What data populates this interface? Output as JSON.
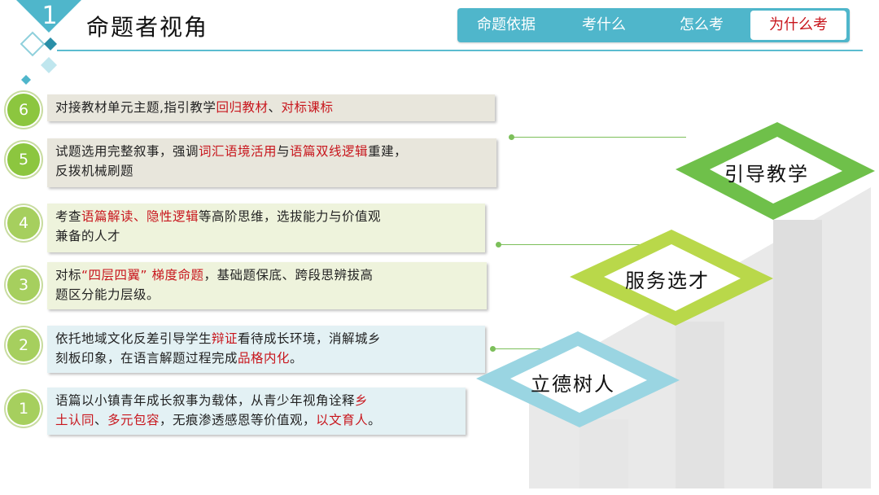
{
  "header": {
    "page_number": "1",
    "title": "命题者视角"
  },
  "tabs": [
    {
      "label": "命题依据",
      "active": false
    },
    {
      "label": "考什么",
      "active": false
    },
    {
      "label": "怎么考",
      "active": false
    },
    {
      "label": "为什么考",
      "active": true
    }
  ],
  "rows": [
    {
      "number": "6",
      "lines": [
        [
          {
            "t": "对接教材单元主题,指引教学"
          },
          {
            "t": "回归教材",
            "h": true
          },
          {
            "t": "、"
          },
          {
            "t": "对标课标",
            "h": true
          }
        ]
      ]
    },
    {
      "number": "5",
      "lines": [
        [
          {
            "t": "试题选用完整叙事，强调"
          },
          {
            "t": "词汇语境活用",
            "h": true
          },
          {
            "t": "与"
          },
          {
            "t": "语篇双线逻辑",
            "h": true
          },
          {
            "t": "重建，"
          }
        ],
        [
          {
            "t": "反拨机械刷题"
          }
        ]
      ]
    },
    {
      "number": "4",
      "lines": [
        [
          {
            "t": "考查"
          },
          {
            "t": "语篇解读、隐性逻辑",
            "h": true
          },
          {
            "t": "等高阶思维，选拔能力与价值观"
          }
        ],
        [
          {
            "t": "兼备的人才"
          }
        ]
      ]
    },
    {
      "number": "3",
      "lines": [
        [
          {
            "t": "对标"
          },
          {
            "t": "“四层四翼” 梯度命题",
            "h": true
          },
          {
            "t": "，基础题保底、跨段思辨拔高"
          }
        ],
        [
          {
            "t": "题区分能力层级。"
          }
        ]
      ]
    },
    {
      "number": "2",
      "lines": [
        [
          {
            "t": "依托地域文化反差引导学生"
          },
          {
            "t": "辩证",
            "h": true
          },
          {
            "t": "看待成长环境，消解城乡"
          }
        ],
        [
          {
            "t": "刻板印象，在语言解题过程完成"
          },
          {
            "t": "品格内化",
            "h": true
          },
          {
            "t": "。"
          }
        ]
      ]
    },
    {
      "number": "1",
      "lines": [
        [
          {
            "t": "语篇以小镇青年成长叙事为载体，从青少年视角诠释"
          },
          {
            "t": "乡",
            "h": true
          }
        ],
        [
          {
            "t": "土认同",
            "h": true
          },
          {
            "t": "、"
          },
          {
            "t": "多元包容",
            "h": true
          },
          {
            "t": "，无痕渗透感恩等价值观，"
          },
          {
            "t": "以文育人",
            "h": true
          },
          {
            "t": "。"
          }
        ]
      ]
    }
  ],
  "steps": {
    "top": "引导教学",
    "middle": "服务选才",
    "bottom": "立德树人"
  },
  "colors": {
    "accent_teal": "#4fb6cb",
    "highlight_red": "#c8161d",
    "green_dark": "#6fc04a",
    "green_mid": "#b9d84a",
    "blue_light": "#9ad5e2"
  }
}
